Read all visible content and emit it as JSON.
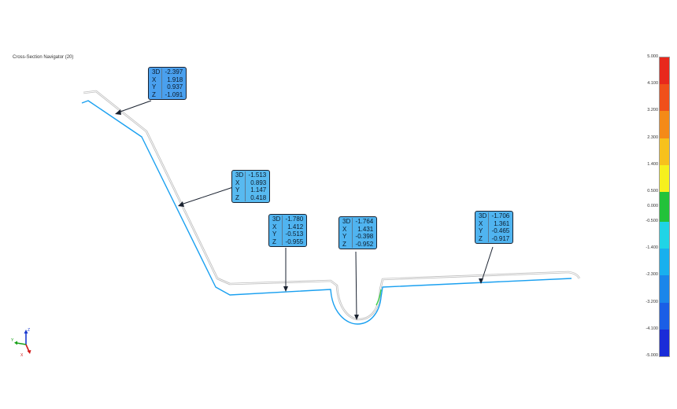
{
  "window": {
    "title": "Cross-Section Navigator (20)"
  },
  "colors": {
    "nominal": "#bfbfbf",
    "measured": "#1aa0f0",
    "callout_fill": "#3fb0f0",
    "callout_border": "#1a2230",
    "leader": "#1a2230"
  },
  "callouts": [
    {
      "id": "c1",
      "d3": "-2.397",
      "x": "1.918",
      "y": "0.937",
      "z": "-1.091",
      "fill": "#4aa0ee"
    },
    {
      "id": "c2",
      "d3": "-1.513",
      "x": "0.893",
      "y": "1.147",
      "z": "0.418",
      "fill": "#58baf0"
    },
    {
      "id": "c3",
      "d3": "-1.780",
      "x": "1.412",
      "y": "-0.513",
      "z": "-0.955",
      "fill": "#50b4f0"
    },
    {
      "id": "c4",
      "d3": "-1.764",
      "x": "1.431",
      "y": "-0.398",
      "z": "-0.952",
      "fill": "#50b4f0"
    },
    {
      "id": "c5",
      "d3": "-1.706",
      "x": "1.361",
      "y": "-0.465",
      "z": "-0.917",
      "fill": "#50b4f0"
    }
  ],
  "callout_keys": {
    "d3": "3D",
    "x": "X",
    "y": "Y",
    "z": "Z"
  },
  "legend": {
    "ticks": [
      "5.000",
      "4.100",
      "3.200",
      "2.300",
      "1.400",
      "0.500",
      "0.000",
      "-0.500",
      "-1.400",
      "-2.300",
      "-3.200",
      "-4.100",
      "-5.000"
    ],
    "bands": [
      {
        "color": "#e8281c",
        "from": "5.000",
        "to": "4.100"
      },
      {
        "color": "#f0501a",
        "from": "4.100",
        "to": "3.200"
      },
      {
        "color": "#f48a18",
        "from": "3.200",
        "to": "2.300"
      },
      {
        "color": "#f7c11c",
        "from": "2.300",
        "to": "1.400"
      },
      {
        "color": "#f6f01e",
        "from": "1.400",
        "to": "0.500"
      },
      {
        "color": "#22c23a",
        "from": "0.500",
        "to": "-0.500"
      },
      {
        "color": "#20d4e6",
        "from": "-0.500",
        "to": "-1.400"
      },
      {
        "color": "#18b0ee",
        "from": "-1.400",
        "to": "-2.300"
      },
      {
        "color": "#1a86ea",
        "from": "-2.300",
        "to": "-3.200"
      },
      {
        "color": "#1a5ee6",
        "from": "-3.200",
        "to": "-4.100"
      },
      {
        "color": "#1a2cd8",
        "from": "-4.100",
        "to": "-5.000"
      }
    ]
  },
  "triad": {
    "x_label": "X",
    "y_label": "Y",
    "z_label": "Z",
    "x_color": "#d01818",
    "y_color": "#18a018",
    "z_color": "#1a3ad0"
  }
}
